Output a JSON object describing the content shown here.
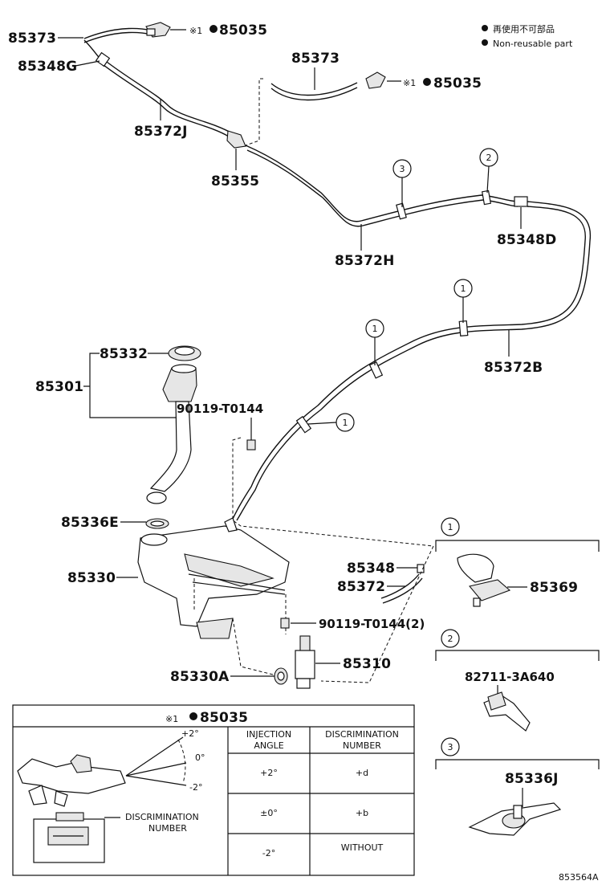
{
  "legend": {
    "line1": "再使用不可部品",
    "line2": "Non-reusable part"
  },
  "marks": {
    "ref_mark": "※1",
    "one": "1",
    "two": "2",
    "three": "3"
  },
  "parts": {
    "p85373_a": "85373",
    "p85035_a": "85035",
    "p85348G": "85348G",
    "p85373_b": "85373",
    "p85035_b": "85035",
    "p85372J": "85372J",
    "p85355": "85355",
    "p85372H": "85372H",
    "p85348D": "85348D",
    "p85372B": "85372B",
    "p85332": "85332",
    "p85301": "85301",
    "p90119_a": "90119-T0144",
    "p85336E": "85336E",
    "p85330": "85330",
    "p85348": "85348",
    "p85372": "85372",
    "p90119_b": "90119-T0144(2)",
    "p85310": "85310",
    "p85330A": "85330A",
    "p85369": "85369",
    "p82711": "82711-3A640",
    "p85336J": "85336J"
  },
  "detail_table": {
    "title_mark": "※1",
    "title_part": "85035",
    "angle_labels": [
      "+2°",
      "0°",
      "-2°"
    ],
    "disc_label_line1": "DISCRIMINATION",
    "disc_label_line2": "NUMBER",
    "headers": [
      {
        "line1": "INJECTION",
        "line2": "ANGLE"
      },
      {
        "line1": "DISCRIMINATION",
        "line2": "NUMBER"
      }
    ],
    "rows": [
      {
        "angle": "+2°",
        "number": "+d"
      },
      {
        "angle": "±0°",
        "number": "+b"
      },
      {
        "angle": "-2°",
        "number": "WITHOUT"
      }
    ]
  },
  "diagram_id": "853564A"
}
